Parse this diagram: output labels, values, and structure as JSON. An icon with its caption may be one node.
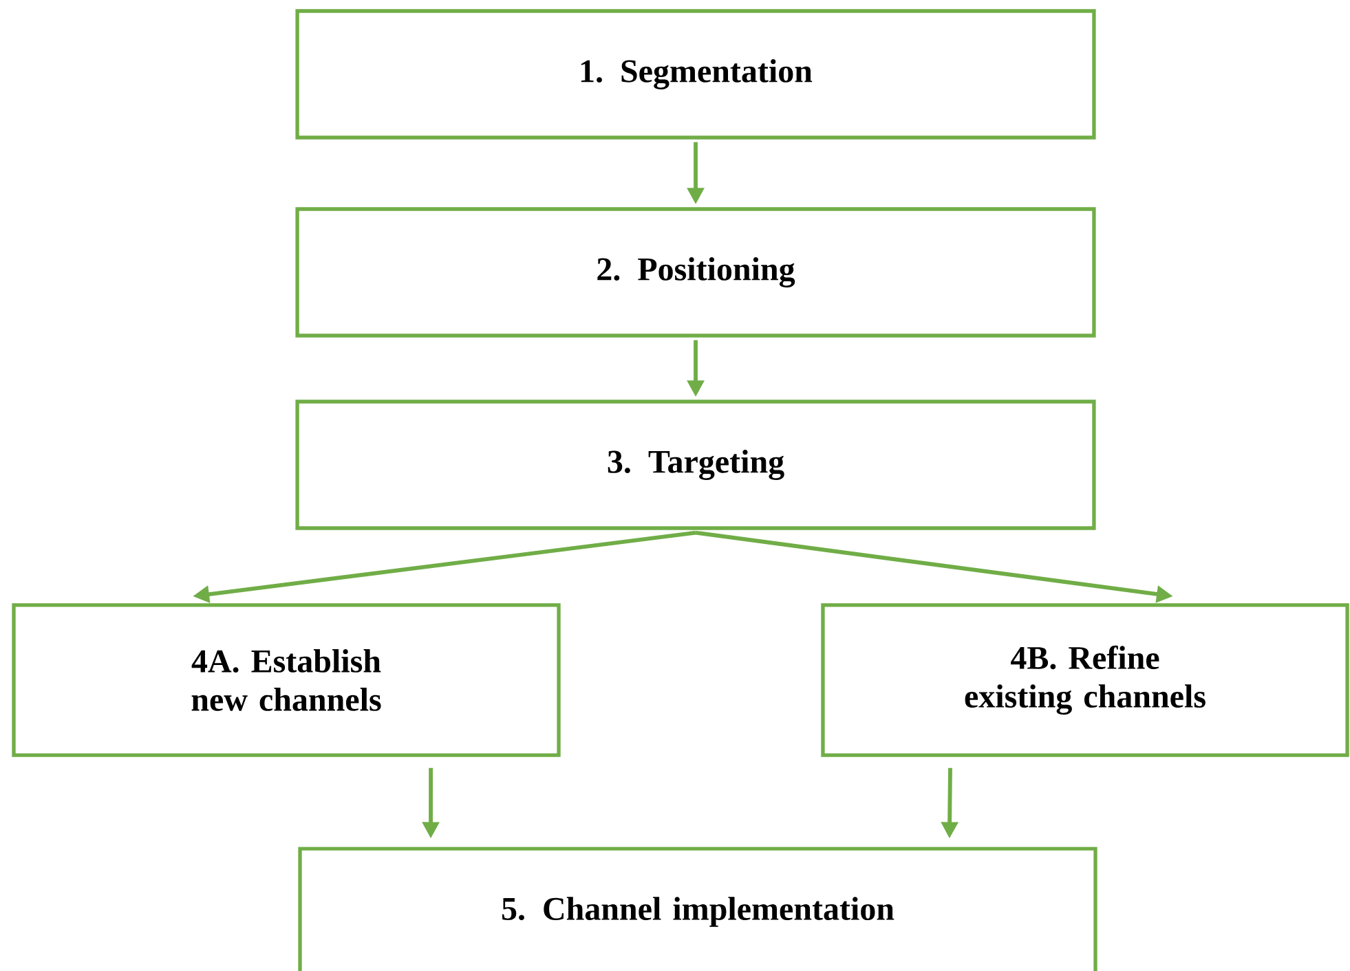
{
  "diagram": {
    "nodes": [
      {
        "text": [
          "1. Segmentation"
        ]
      },
      {
        "text": [
          "2. Positioning"
        ]
      },
      {
        "text": [
          "3. Targeting"
        ]
      },
      {
        "text": [
          "4A. Establish new channels"
        ]
      },
      {
        "text": [
          "4B. Refine existing channels"
        ]
      },
      {
        "text": [
          "5. Channel implementation"
        ]
      }
    ],
    "edges": [
      {
        "from": 0,
        "to": 1,
        "arrow": "to"
      },
      {
        "from": 1,
        "to": 2,
        "arrow": "to"
      },
      {
        "from": 2,
        "to": 3,
        "arrow": "to"
      },
      {
        "from": 2,
        "to": 4,
        "arrow": "to"
      },
      {
        "from": 3,
        "to": 5,
        "arrow": "to"
      },
      {
        "from": 4,
        "to": 5,
        "arrow": "to"
      }
    ]
  }
}
